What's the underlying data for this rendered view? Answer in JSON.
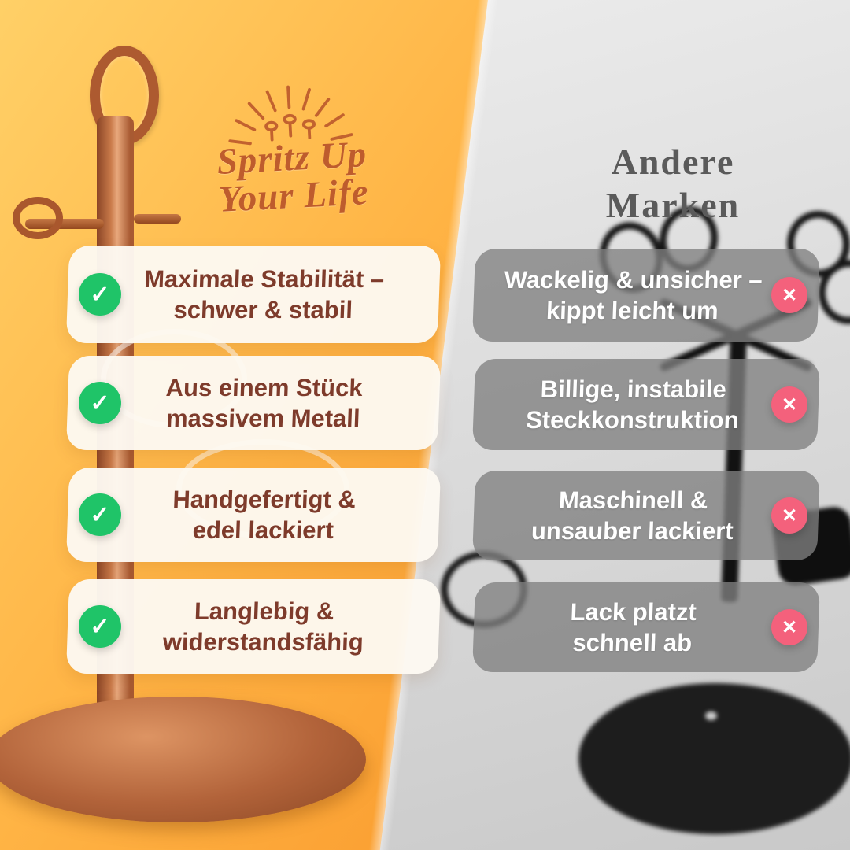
{
  "brand_logo": {
    "line1": "Spritz Up",
    "line2": "Your Life"
  },
  "competitor_title": {
    "line1": "Andere",
    "line2": "Marken"
  },
  "pros": [
    {
      "line1": "Maximale Stabilität –",
      "line2": "schwer & stabil"
    },
    {
      "line1": "Aus einem Stück",
      "line2": "massivem Metall"
    },
    {
      "line1": "Handgefertigt &",
      "line2": "edel lackiert"
    },
    {
      "line1": "Langlebig &",
      "line2": "widerstandsfähig"
    }
  ],
  "cons": [
    {
      "line1": "Wackelig & unsicher –",
      "line2": "kippt leicht um"
    },
    {
      "line1": "Billige, instabile",
      "line2": "Steckkonstruktion"
    },
    {
      "line1": "Maschinell &",
      "line2": "unsauber lackiert"
    },
    {
      "line1": "Lack platzt",
      "line2": "schnell ab"
    }
  ],
  "icons": {
    "check": "✓",
    "cross": "✕"
  },
  "colors": {
    "left_bg_top": "#FFD067",
    "left_bg_bottom": "#F68B1F",
    "right_bg": "#D9D9D9",
    "check_green": "#1FC468",
    "cross_pink": "#F4617C",
    "copper": "#B5663B",
    "pro_text": "#7E3B2B",
    "con_text": "#FFFFFF",
    "competitor_title_gray": "#5A5A5A",
    "logo_copper": "#BE5C2D"
  }
}
